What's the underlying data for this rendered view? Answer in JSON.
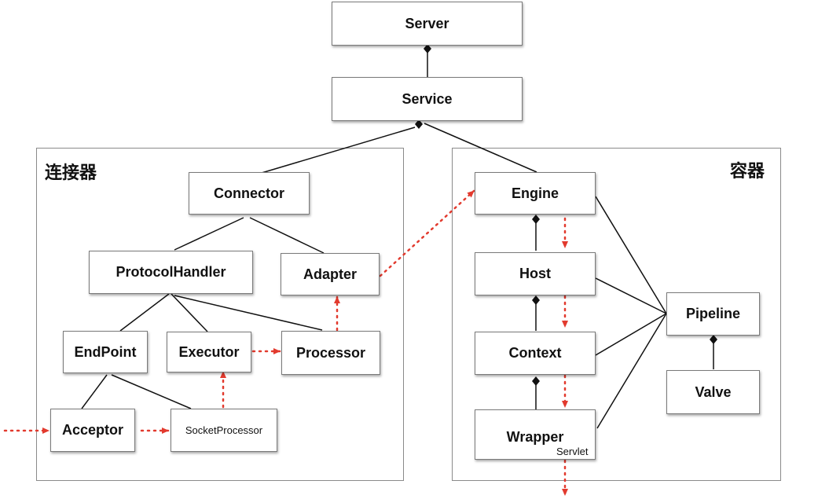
{
  "groups": {
    "connector_label": "连接器",
    "container_label": "容器"
  },
  "nodes": {
    "server": "Server",
    "service": "Service",
    "connector": "Connector",
    "protocol_handler": "ProtocolHandler",
    "adapter": "Adapter",
    "endpoint": "EndPoint",
    "executor": "Executor",
    "processor": "Processor",
    "acceptor": "Acceptor",
    "socket_processor": "SocketProcessor",
    "engine": "Engine",
    "host": "Host",
    "context": "Context",
    "wrapper": "Wrapper",
    "pipeline": "Pipeline",
    "valve": "Valve"
  },
  "annotations": {
    "servlet": "Servlet"
  },
  "colors": {
    "flow_arrow": "#e23a2e",
    "line": "#111111",
    "border": "#7a7a7a"
  }
}
